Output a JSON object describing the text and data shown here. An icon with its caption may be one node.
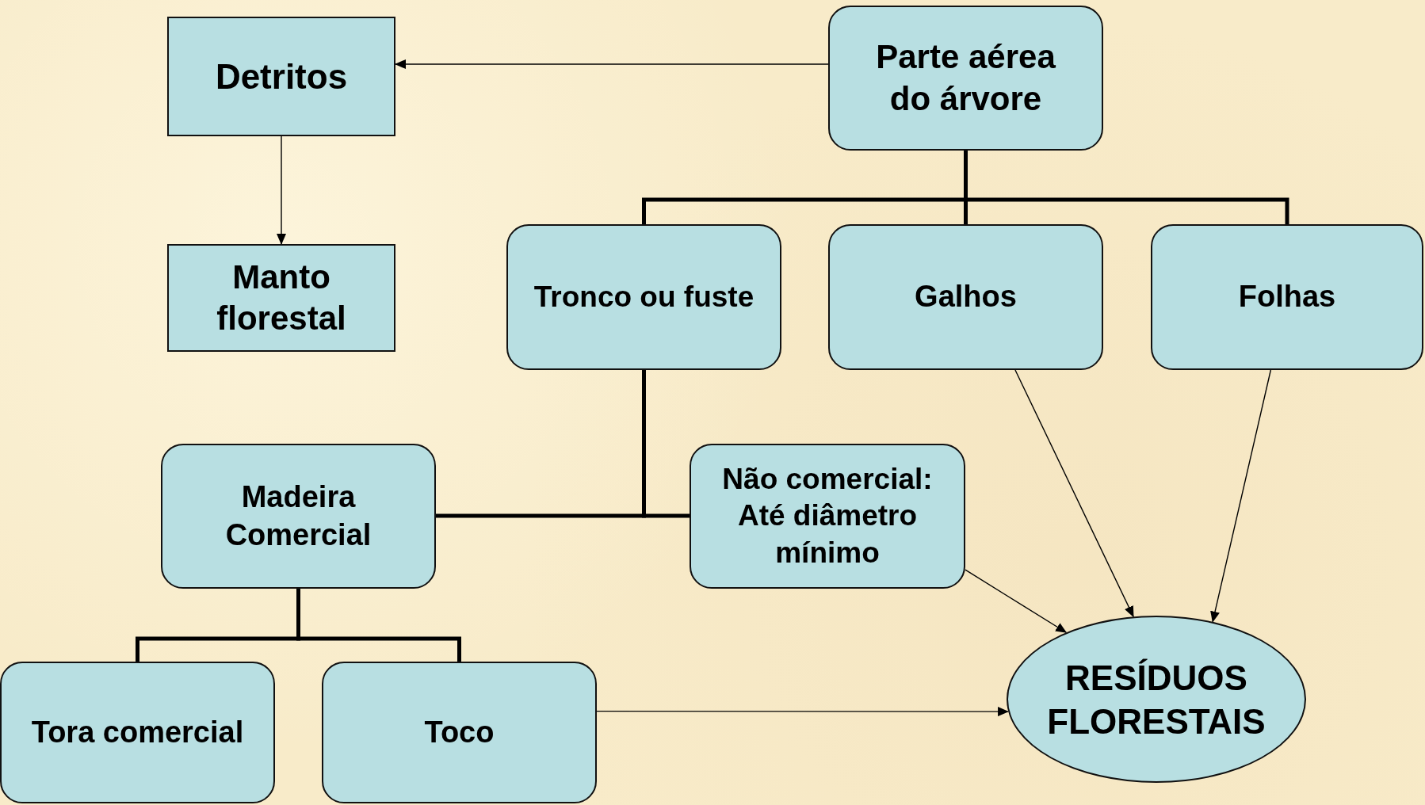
{
  "diagram": {
    "nodes": [
      {
        "text": [
          "Detritos"
        ]
      },
      {
        "text": [
          "Parte aérea do árvore"
        ]
      },
      {
        "text": [
          "Manto florestal"
        ]
      },
      {
        "text": [
          "Tronco ou fuste"
        ]
      },
      {
        "text": [
          "Galhos"
        ]
      },
      {
        "text": [
          "Folhas"
        ]
      },
      {
        "text": [
          "Madeira Comercial"
        ]
      },
      {
        "text": [
          "Não comercial: Até diâmetro mínimo"
        ]
      },
      {
        "text": [
          "Tora comercial"
        ]
      },
      {
        "text": [
          "Toco"
        ]
      },
      {
        "text": [
          "RESÍDUOS FLORESTAIS"
        ]
      }
    ],
    "edges": [
      {
        "from": 1,
        "to": 0,
        "arrow": "to"
      },
      {
        "from": 0,
        "to": 2,
        "arrow": "to"
      },
      {
        "from": 1,
        "to": 3,
        "arrow": "none"
      },
      {
        "from": 1,
        "to": 4,
        "arrow": "none"
      },
      {
        "from": 1,
        "to": 5,
        "arrow": "none"
      },
      {
        "from": 3,
        "to": 6,
        "arrow": "none"
      },
      {
        "from": 3,
        "to": 7,
        "arrow": "none"
      },
      {
        "from": 6,
        "to": 8,
        "arrow": "none"
      },
      {
        "from": 6,
        "to": 9,
        "arrow": "none"
      },
      {
        "from": 4,
        "to": 10,
        "arrow": "to"
      },
      {
        "from": 5,
        "to": 10,
        "arrow": "to"
      },
      {
        "from": 7,
        "to": 10,
        "arrow": "to"
      },
      {
        "from": 9,
        "to": 10,
        "arrow": "to"
      }
    ]
  }
}
